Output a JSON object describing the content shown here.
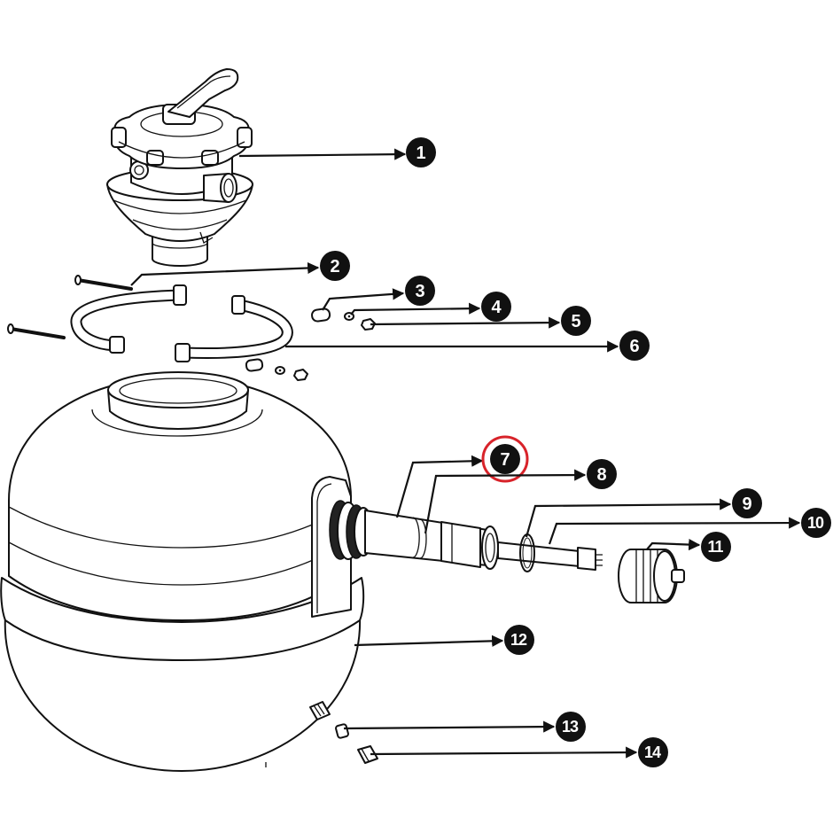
{
  "diagram": {
    "callouts": [
      {
        "label": "1"
      },
      {
        "label": "2"
      },
      {
        "label": "3"
      },
      {
        "label": "4"
      },
      {
        "label": "5"
      },
      {
        "label": "6"
      },
      {
        "label": "7",
        "highlighted": true
      },
      {
        "label": "8"
      },
      {
        "label": "9"
      },
      {
        "label": "10"
      },
      {
        "label": "11"
      },
      {
        "label": "12"
      },
      {
        "label": "13"
      },
      {
        "label": "14"
      }
    ],
    "colors": {
      "line": "#111111",
      "badge": "#111111",
      "badge_text": "#ffffff",
      "highlight": "#d8232a",
      "background": "#ffffff"
    }
  }
}
